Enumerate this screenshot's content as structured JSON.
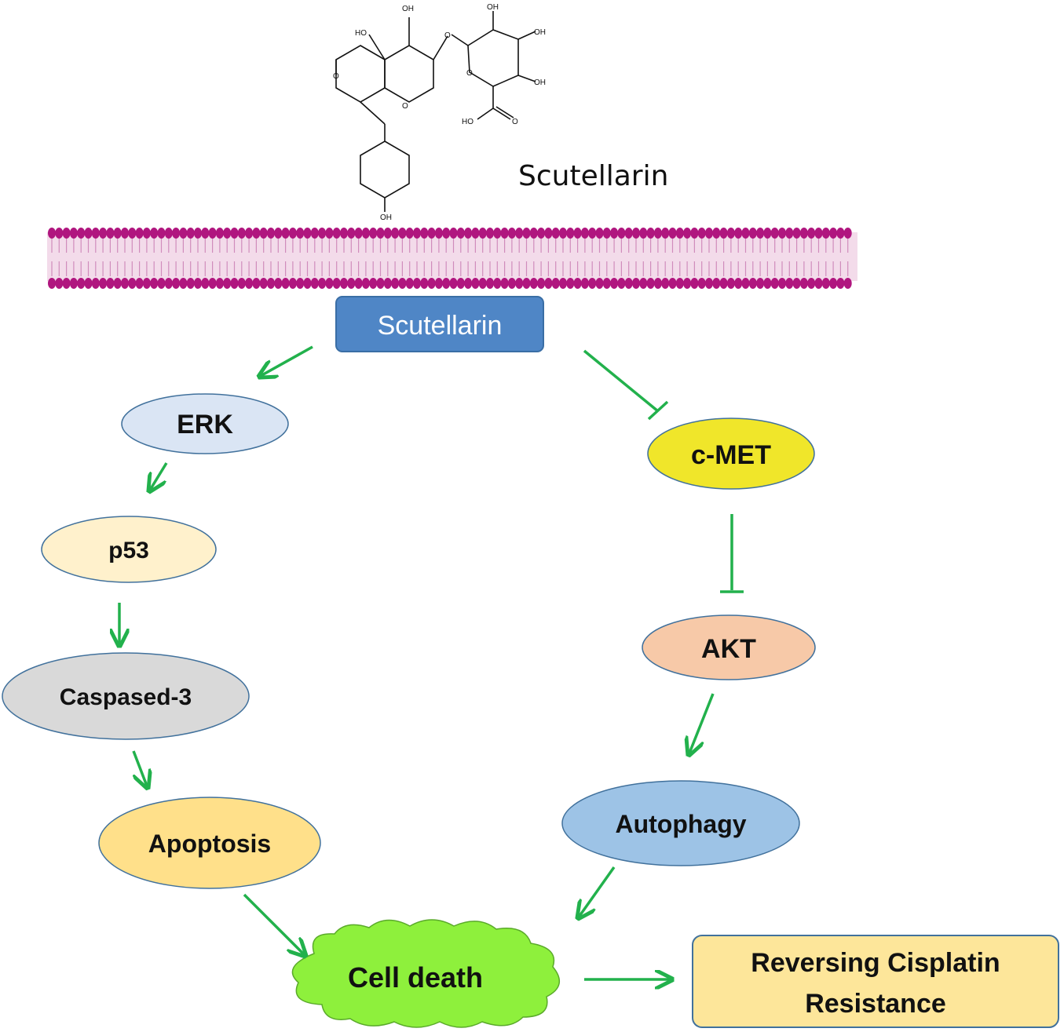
{
  "molecule": {
    "name": "Scutellarin",
    "atom_labels": [
      "OH",
      "HO",
      "OH",
      "OH",
      "OH",
      "OH",
      "O",
      "O",
      "O",
      "O",
      "HO",
      "O",
      "OH"
    ]
  },
  "nodes": {
    "scutellarin": "Scutellarin",
    "erk": "ERK",
    "p53": "p53",
    "caspase": "Caspased-3",
    "apoptosis": "Apoptosis",
    "cmet": "c-MET",
    "akt": "AKT",
    "autophagy": "Autophagy",
    "cell_death": "Cell death",
    "outcome_line1": "Reversing Cisplatin",
    "outcome_line2": "Resistance"
  },
  "colors": {
    "arrow": "#22b14c",
    "membrane": "#b0167f",
    "scutellarin_box": "#4f86c6",
    "erk": "#dae5f4",
    "p53": "#fff1cc",
    "caspase": "#d9d9d9",
    "apoptosis": "#ffe08a",
    "cmet": "#f0e62a",
    "akt": "#f7c9a8",
    "autophagy": "#9dc3e6",
    "cell_death": "#8ef03c",
    "outcome": "#fde69a"
  }
}
